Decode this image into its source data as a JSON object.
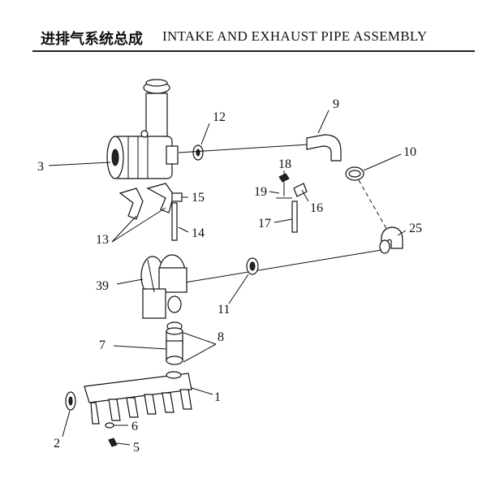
{
  "title": {
    "chinese": "进排气系统总成",
    "english": "INTAKE AND EXHAUST PIPE  ASSEMBLY"
  },
  "callouts": [
    "3",
    "12",
    "9",
    "10",
    "18",
    "19",
    "16",
    "17",
    "25",
    "15",
    "13",
    "14",
    "39",
    "11",
    "7",
    "8",
    "1",
    "2",
    "6",
    "5"
  ]
}
